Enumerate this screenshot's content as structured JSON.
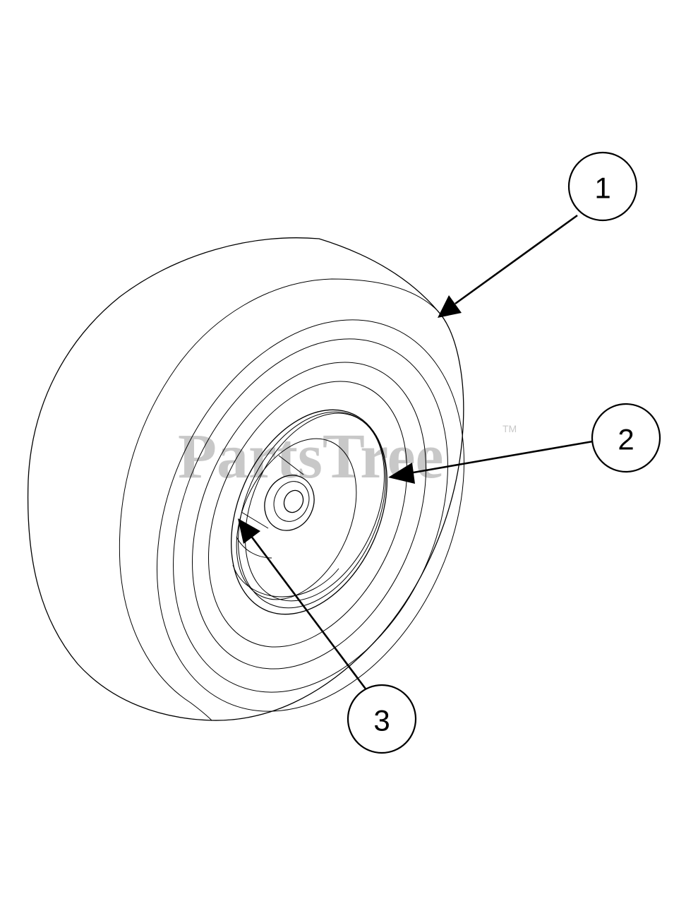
{
  "watermark": {
    "text": "PartsTree",
    "trademark": "TM"
  },
  "callouts": [
    {
      "id": "1",
      "label": "1"
    },
    {
      "id": "2",
      "label": "2"
    },
    {
      "id": "3",
      "label": "3"
    }
  ]
}
